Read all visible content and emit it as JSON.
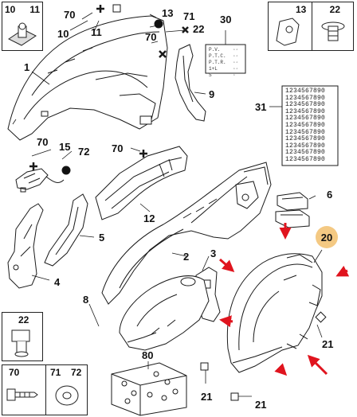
{
  "callouts": {
    "c1": "1",
    "c2": "2",
    "c3": "3",
    "c4": "4",
    "c5": "5",
    "c6": "6",
    "c8": "8",
    "c9": "9",
    "c10": "10",
    "c11": "11",
    "c12": "12",
    "c13": "13",
    "c15": "15",
    "c20": "20",
    "c21a": "21",
    "c21b": "21",
    "c21c": "21",
    "c22": "22",
    "c30": "30",
    "c31": "31",
    "c70a": "70",
    "c70b": "70",
    "c70c": "70",
    "c70d": "70",
    "c71": "71",
    "c72": "72",
    "c80": "80"
  },
  "boxes": {
    "top_left": {
      "left": "10",
      "right": "11"
    },
    "top_right": {
      "left": "13",
      "right": "22"
    },
    "bottom_22": "22",
    "bottom_row": {
      "a": "70",
      "b": "71",
      "c": "72"
    }
  },
  "label30_lines": [
    "P.V.",
    "P.T.C.",
    "P.T.R.",
    "1+L",
    "S"
  ],
  "label30_values": [
    "◦◦",
    "◦◦",
    "◦◦",
    "◦◦",
    "◦"
  ],
  "label31_line": "1234567890",
  "colors": {
    "highlight": "#f4c983",
    "arrow": "#e0141e",
    "line": "#1a1a1a"
  }
}
